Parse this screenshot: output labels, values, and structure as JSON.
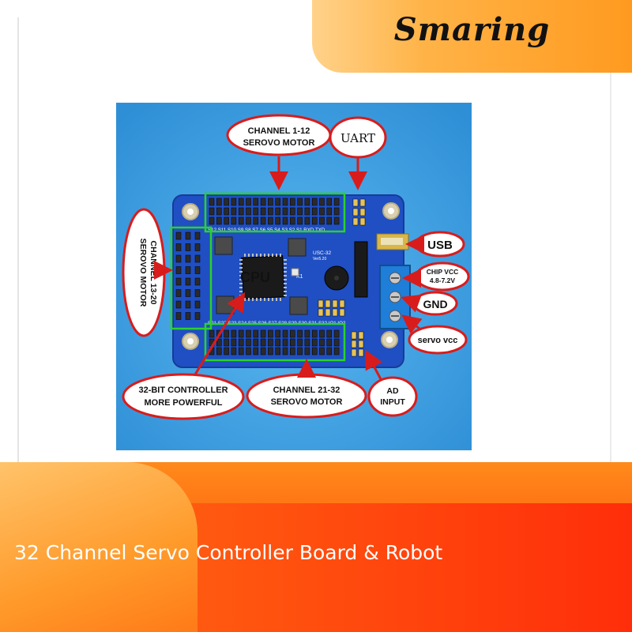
{
  "brand": {
    "name": "Smaring"
  },
  "product": {
    "caption": "32 Channel Servo Controller Board & Robot"
  },
  "board": {
    "cpu_label": "CPU",
    "model": "USC-32",
    "version": "Ver5.20",
    "key_label": "K1",
    "top_pin_labels": "S12 S11 S10 S9 S8 S7 S6 S5 S4 S3 S2 S1 RXD TXD",
    "bottom_pin_labels": "S21 S22 S23 S24 S25 S26 S27 S28 S29 S30 S31 S32 IO1 IO2"
  },
  "callouts": {
    "channel_1_12_line1": "CHANNEL 1-12",
    "channel_1_12_line2": "SEROVO MOTOR",
    "uart": "UART",
    "servo_13_20_line1": "SEROVO MOTOR",
    "servo_13_20_line2": "CHANNEL 13-20",
    "usb": "USB",
    "chip_vcc_line1": "CHIP VCC",
    "chip_vcc_line2": "4.8-7.2V",
    "gnd": "GND",
    "servo_vcc": "servo vcc",
    "controller_line1": "32-BIT CONTROLLER",
    "controller_line2": "MORE POWERFUL",
    "channel_21_32_line1": "CHANNEL 21-32",
    "channel_21_32_line2": "SEROVO MOTOR",
    "ad_input_line1": "AD",
    "ad_input_line2": "INPUT"
  },
  "colors": {
    "board_blue": "#1f4fc2",
    "photo_bg": "#3aa0e6",
    "callout_red": "#d81c1c",
    "highlight_green": "#2bd12b",
    "banner_orange": "#ff9a1f",
    "banner_red": "#ff3a0c"
  }
}
